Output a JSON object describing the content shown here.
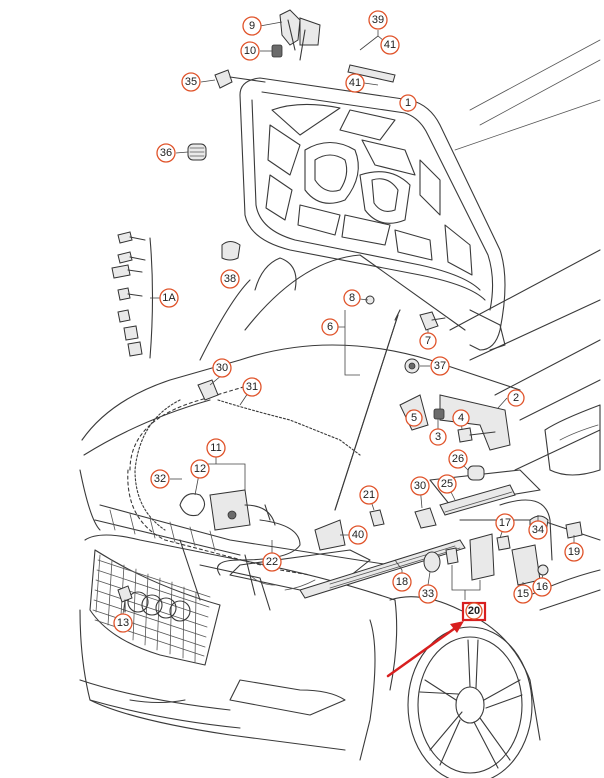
{
  "diagram": {
    "callouts": [
      {
        "id": "c9",
        "label": "9"
      },
      {
        "id": "c39",
        "label": "39"
      },
      {
        "id": "c41a",
        "label": "41"
      },
      {
        "id": "c10",
        "label": "10"
      },
      {
        "id": "c35",
        "label": "35"
      },
      {
        "id": "c41b",
        "label": "41"
      },
      {
        "id": "c1",
        "label": "1"
      },
      {
        "id": "c36",
        "label": "36"
      },
      {
        "id": "c38",
        "label": "38"
      },
      {
        "id": "c1a",
        "label": "1A"
      },
      {
        "id": "c8",
        "label": "8"
      },
      {
        "id": "c6",
        "label": "6"
      },
      {
        "id": "c7",
        "label": "7"
      },
      {
        "id": "c37",
        "label": "37"
      },
      {
        "id": "c30a",
        "label": "30"
      },
      {
        "id": "c31",
        "label": "31"
      },
      {
        "id": "c2",
        "label": "2"
      },
      {
        "id": "c5",
        "label": "5"
      },
      {
        "id": "c4",
        "label": "4"
      },
      {
        "id": "c3",
        "label": "3"
      },
      {
        "id": "c11",
        "label": "11"
      },
      {
        "id": "c26",
        "label": "26"
      },
      {
        "id": "c12",
        "label": "12"
      },
      {
        "id": "c32",
        "label": "32"
      },
      {
        "id": "c30b",
        "label": "30"
      },
      {
        "id": "c25",
        "label": "25"
      },
      {
        "id": "c21",
        "label": "21"
      },
      {
        "id": "c40",
        "label": "40"
      },
      {
        "id": "c17",
        "label": "17"
      },
      {
        "id": "c34",
        "label": "34"
      },
      {
        "id": "c22",
        "label": "22"
      },
      {
        "id": "c19",
        "label": "19"
      },
      {
        "id": "c18",
        "label": "18"
      },
      {
        "id": "c33",
        "label": "33"
      },
      {
        "id": "c16",
        "label": "16"
      },
      {
        "id": "c15",
        "label": "15"
      },
      {
        "id": "c13",
        "label": "13"
      }
    ],
    "highlight": {
      "label": "20",
      "color": "#d81f1f"
    },
    "accent_color": "#e0542b"
  }
}
